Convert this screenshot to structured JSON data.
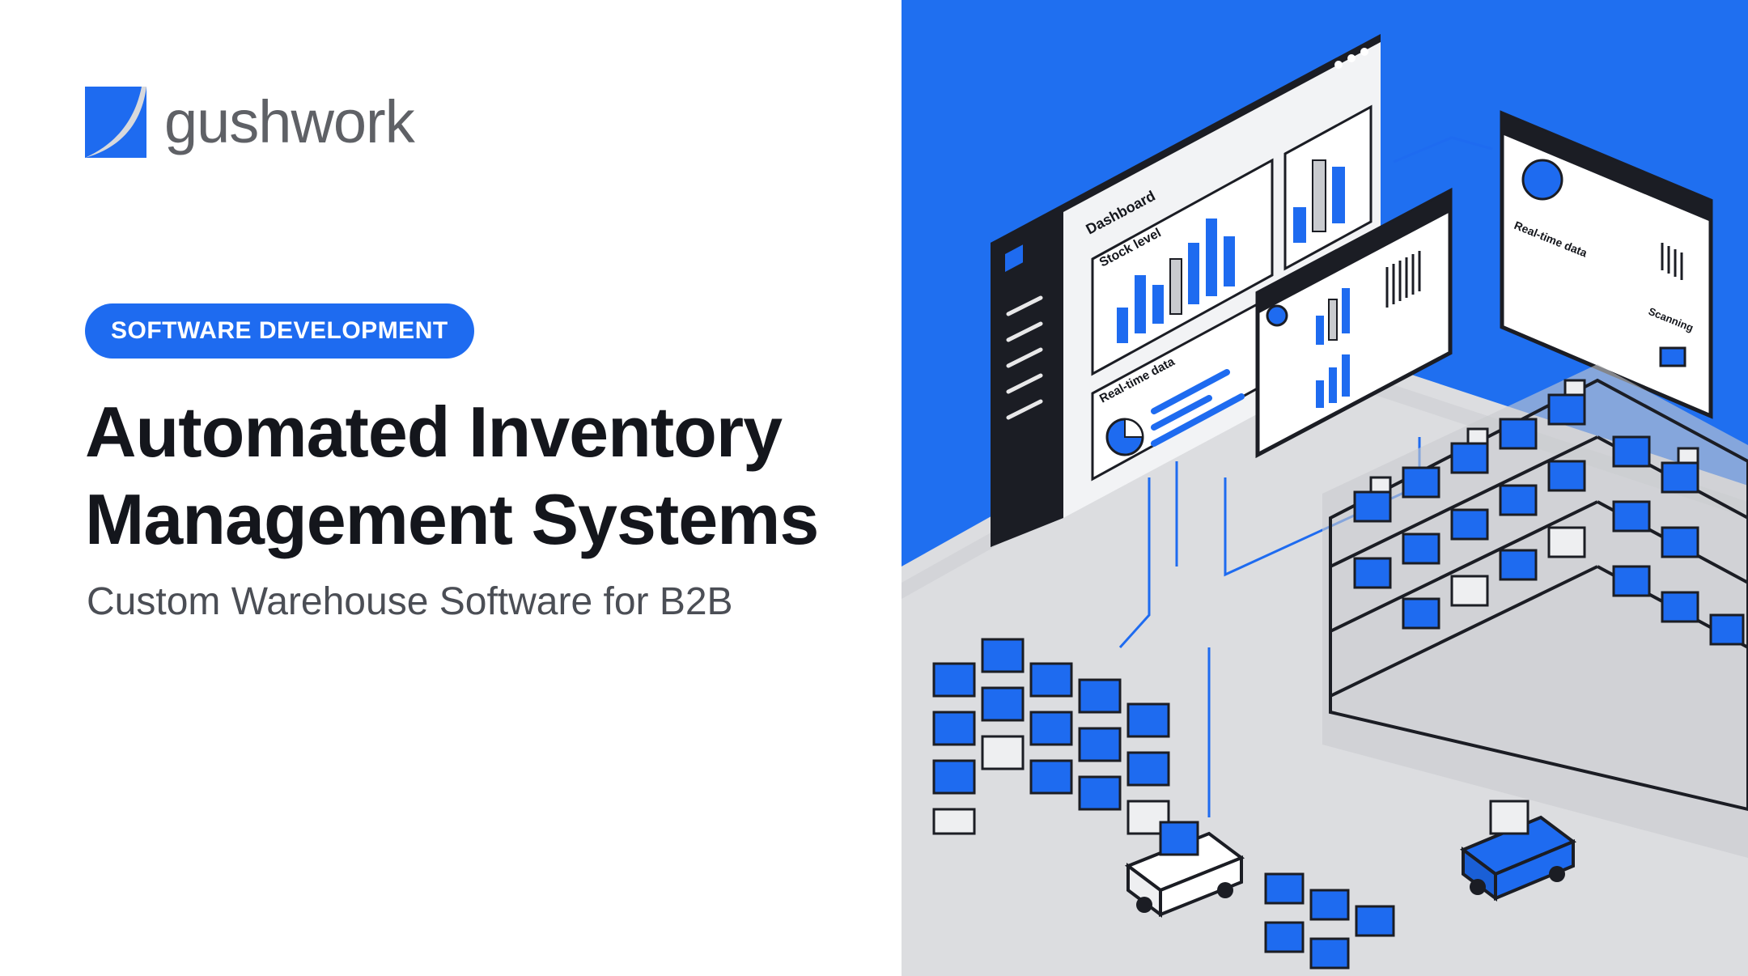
{
  "brand": {
    "name": "gushwork",
    "logo_icon": "gushwork-logo-icon",
    "accent_color": "#1e6bf0"
  },
  "hero": {
    "category": "SOFTWARE DEVELOPMENT",
    "title_line_1": "Automated Inventory",
    "title_line_2": "Management Systems",
    "subtitle": "Custom Warehouse Software for B2B"
  },
  "illustration": {
    "dashboard_label": "Dashboard",
    "stock_level_label": "Stock level",
    "realtime_label": "Real-time data",
    "panel_realtime_label": "Real-time data",
    "scanning_label": "Scanning",
    "background_color": "#1f6ff0",
    "floor_color": "#dcdde0"
  }
}
